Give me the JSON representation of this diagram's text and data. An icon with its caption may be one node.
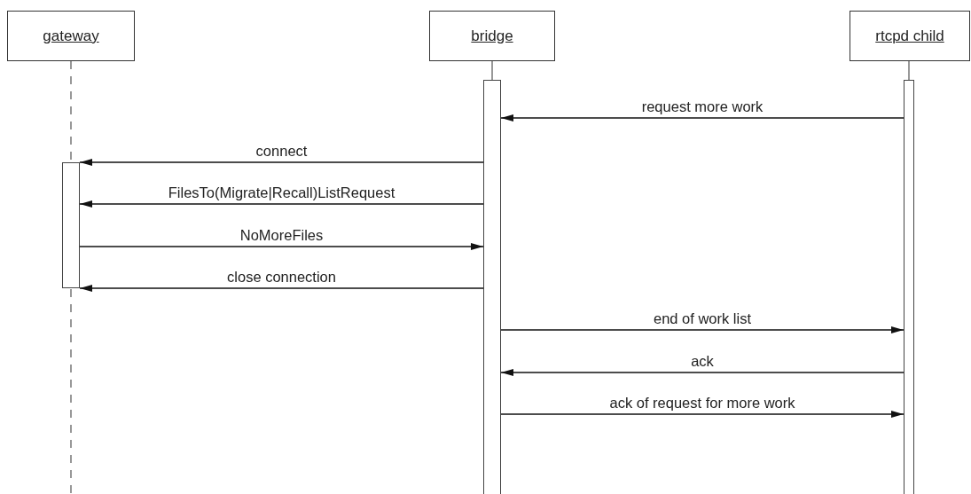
{
  "diagram": {
    "nodes": [
      {
        "text": [
          "gateway"
        ]
      },
      {
        "text": [
          "bridge"
        ]
      },
      {
        "text": [
          "rtcpd child"
        ]
      },
      {
        "text": [],
        "shape": "bar"
      },
      {
        "text": [],
        "shape": "bar"
      },
      {
        "text": [],
        "shape": "bar"
      }
    ],
    "edges": [
      {
        "from": 5,
        "to": 4,
        "arrow": "to",
        "label": "request more work"
      },
      {
        "from": 4,
        "to": 3,
        "arrow": "to",
        "label": "connect"
      },
      {
        "from": 4,
        "to": 3,
        "arrow": "to",
        "label": "FilesTo(Migrate|Recall)ListRequest"
      },
      {
        "from": 3,
        "to": 4,
        "arrow": "to",
        "label": "NoMoreFiles"
      },
      {
        "from": 4,
        "to": 3,
        "arrow": "to",
        "label": "close connection"
      },
      {
        "from": 4,
        "to": 5,
        "arrow": "to",
        "label": "end of work list"
      },
      {
        "from": 5,
        "to": 4,
        "arrow": "to",
        "label": "ack"
      },
      {
        "from": 4,
        "to": 5,
        "arrow": "to",
        "label": "ack of request for more work"
      },
      {
        "from": 0,
        "to": 3,
        "arrow": "none",
        "style": "dashed"
      },
      {
        "from": 1,
        "to": 4,
        "arrow": "none"
      },
      {
        "from": 2,
        "to": 5,
        "arrow": "none"
      }
    ]
  }
}
